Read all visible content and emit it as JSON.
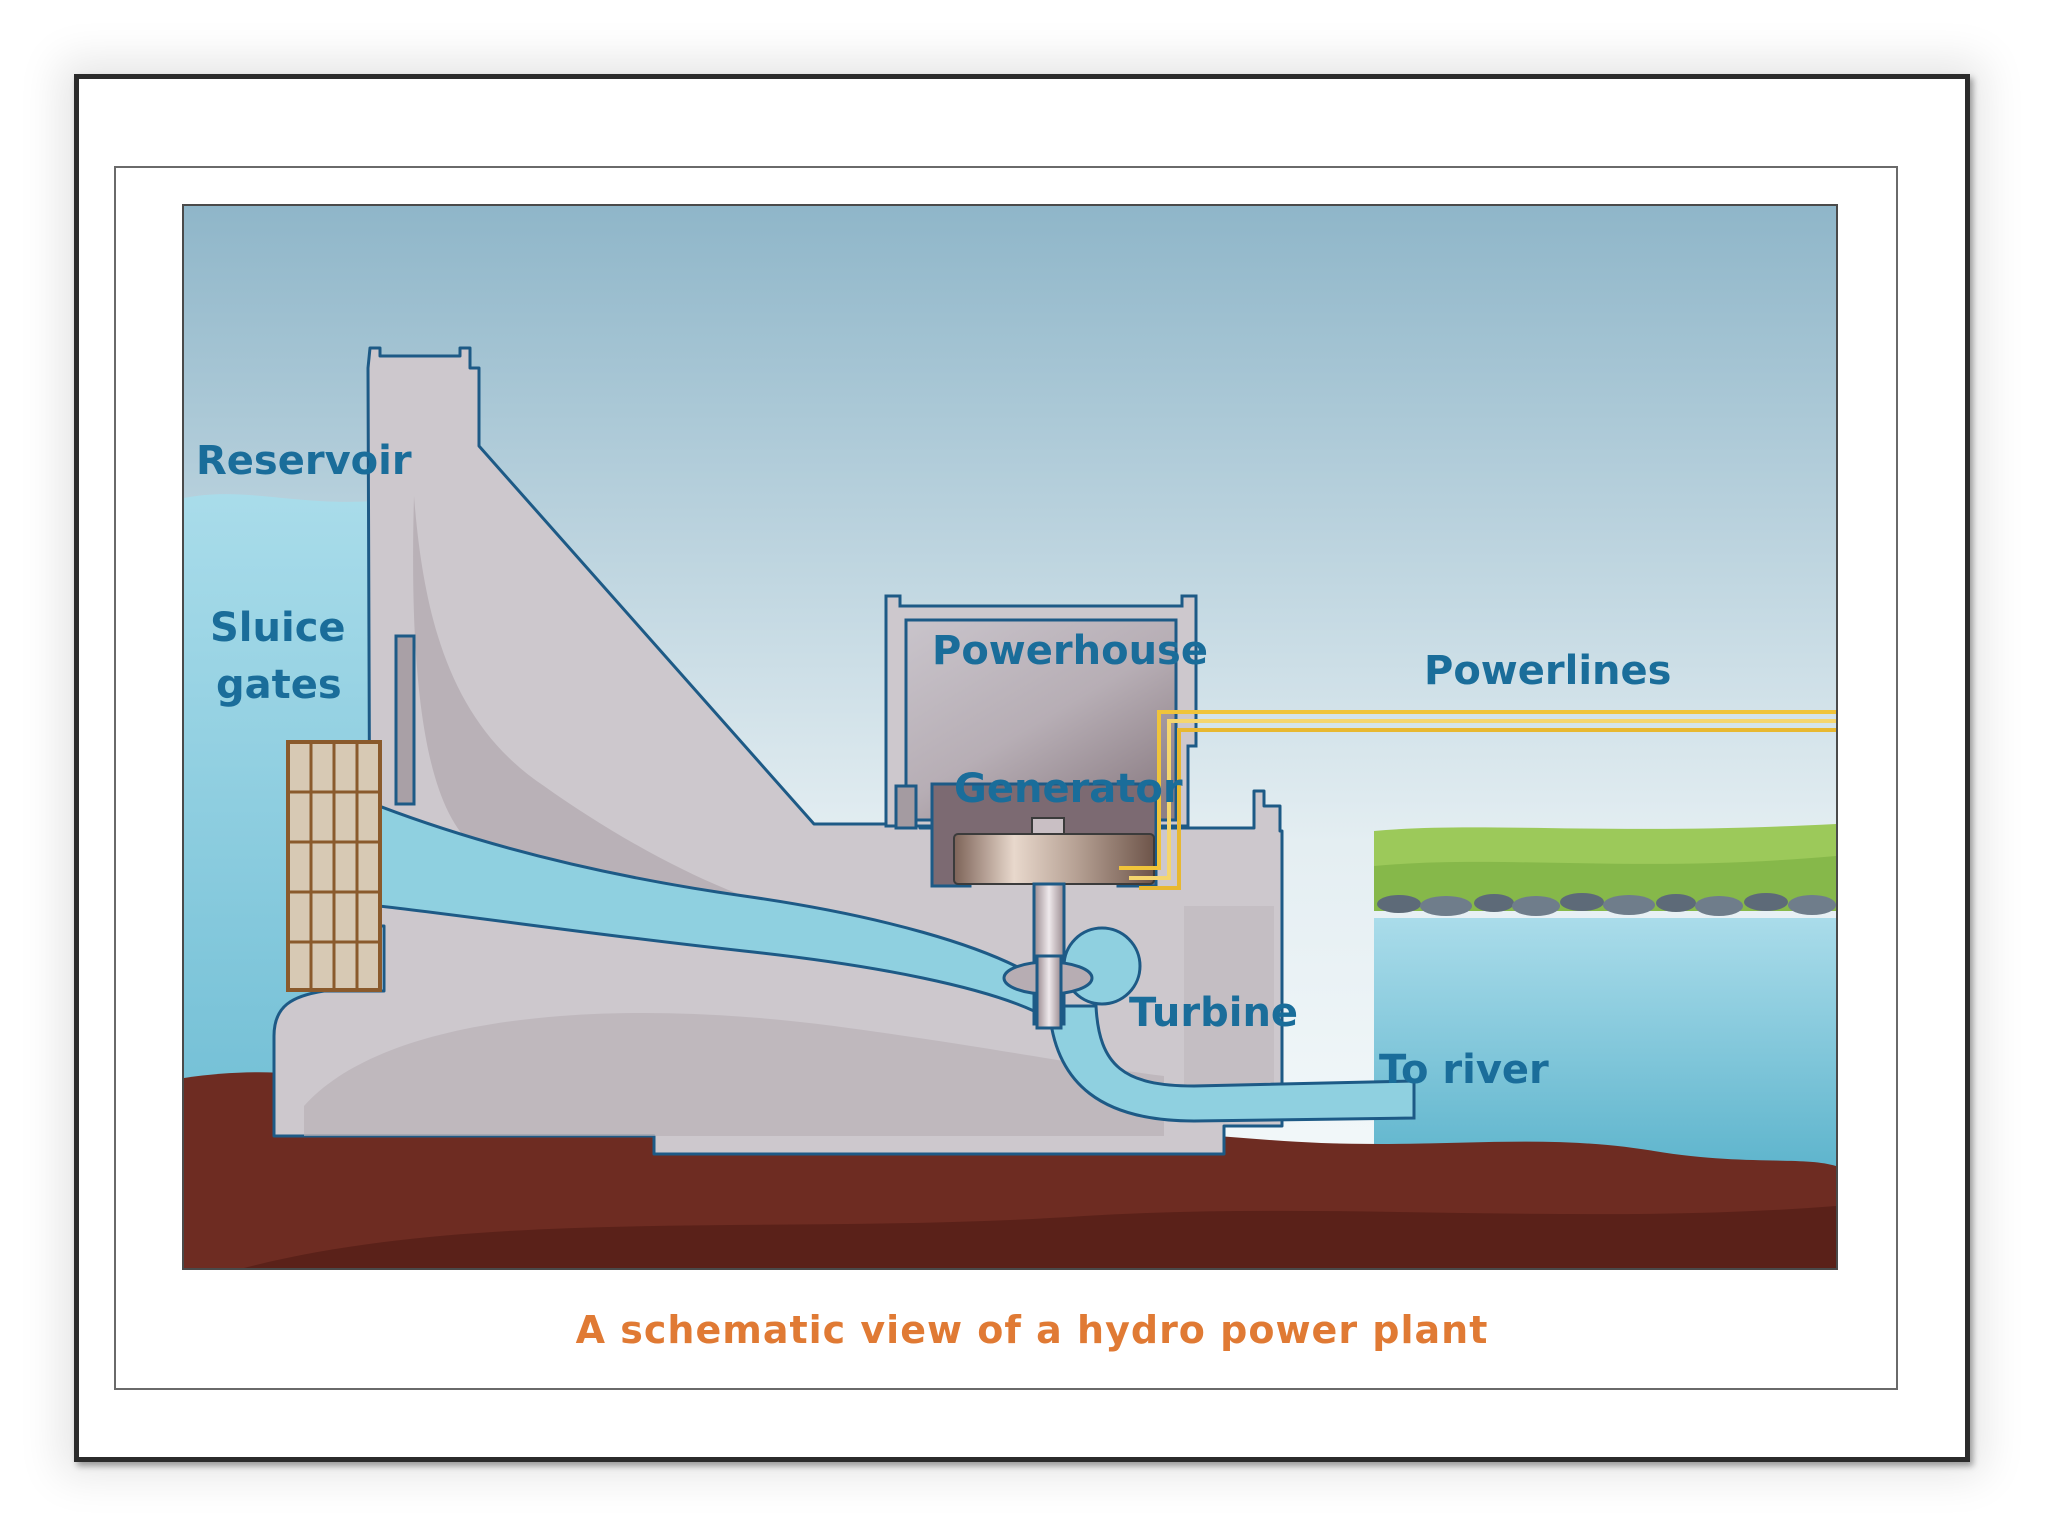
{
  "labels": {
    "reservoir": "Reservoir",
    "sluice_1": "Sluice",
    "sluice_2": "gates",
    "powerhouse": "Powerhouse",
    "generator": "Generator",
    "powerlines": "Powerlines",
    "turbine": "Turbine",
    "to_river": "To river"
  },
  "caption": "A schematic view of a hydro power plant",
  "colors": {
    "label": "#1a6d9a",
    "caption": "#e07a34",
    "water": "#8fd0e0",
    "concrete": "#cdc8cd",
    "earth": "#6e2c22",
    "grass": "#9cc95a",
    "powerline": "#f0c43a"
  }
}
